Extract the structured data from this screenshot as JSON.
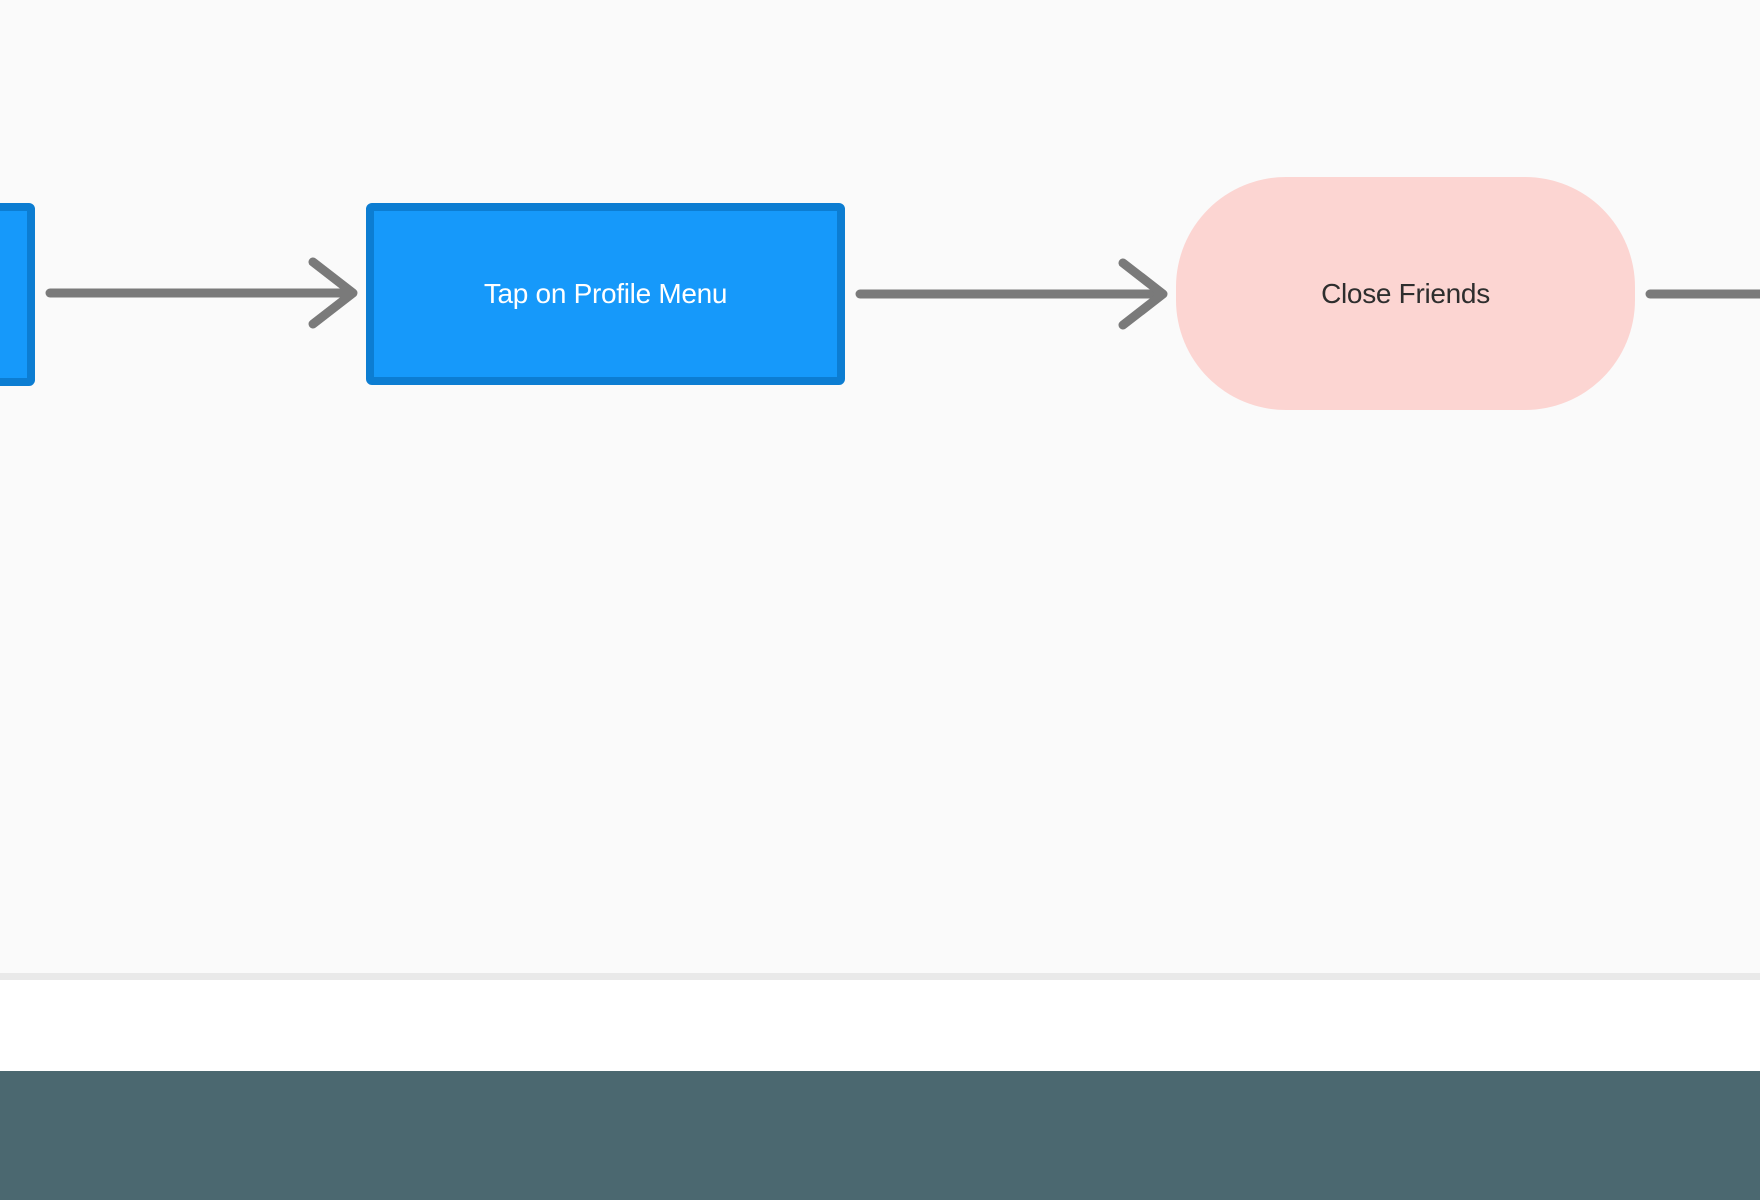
{
  "canvas": {
    "background_color": "#FAFAFA",
    "connector_color": "#7A7A7A",
    "nodes": [
      {
        "id": "left-partial-node",
        "label": "",
        "shape": "rectangle",
        "fill_color": "#1699FA",
        "border_color": "#0C7DD2",
        "note": "clipped at left screen edge"
      },
      {
        "id": "tap-on-profile-menu",
        "label": "Tap on Profile Menu",
        "shape": "rectangle",
        "fill_color": "#1699FA",
        "border_color": "#0C7DD2",
        "text_color": "#FFFFFF"
      },
      {
        "id": "close-friends",
        "label": "Close Friends",
        "shape": "rounded-pill",
        "fill_color": "#FCD5D2",
        "text_color": "#2E2E2E"
      }
    ],
    "connectors": [
      {
        "from": "left-partial-node",
        "to": "tap-on-profile-menu",
        "has_arrowhead": true
      },
      {
        "from": "tap-on-profile-menu",
        "to": "close-friends",
        "has_arrowhead": true
      },
      {
        "from": "close-friends",
        "to": "offscreen-right",
        "has_arrowhead": false
      }
    ]
  },
  "footer": {
    "divider_color": "#E9E9E9",
    "strip_color": "#FFFFFF",
    "bar_color": "#4B6870"
  }
}
